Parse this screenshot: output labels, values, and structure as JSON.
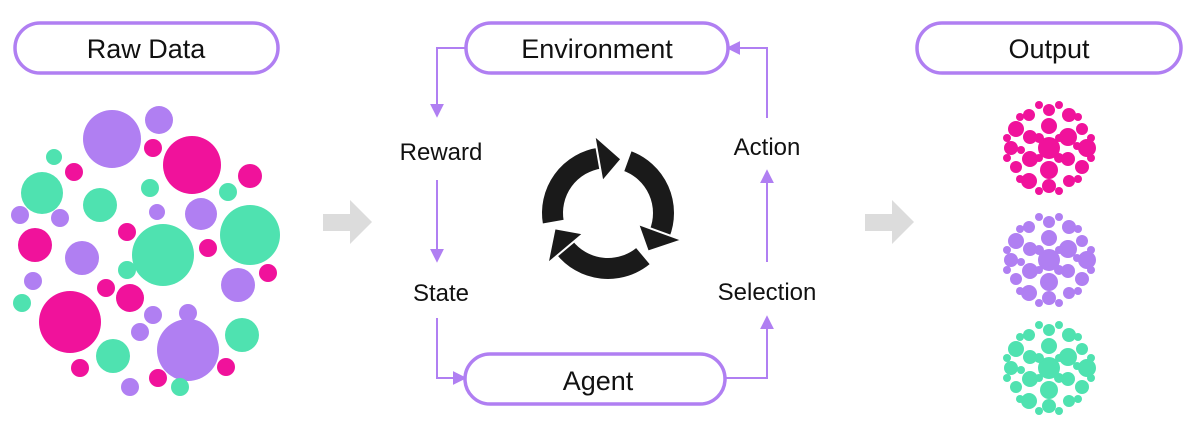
{
  "colors": {
    "pink": "#f0129b",
    "purple": "#b07ff2",
    "green": "#4fe2b0",
    "outline": "#b07ff2",
    "arrow_gray": "#dcdcdc",
    "cycle": "#1a1a1a"
  },
  "labels": {
    "raw_data": "Raw Data",
    "environment": "Environment",
    "output": "Output",
    "agent": "Agent",
    "reward": "Reward",
    "state": "State",
    "action": "Action",
    "selection": "Selection"
  },
  "icons": {
    "cycle": "cycle-arrows-icon",
    "flow_arrow": "flow-arrow-icon"
  }
}
